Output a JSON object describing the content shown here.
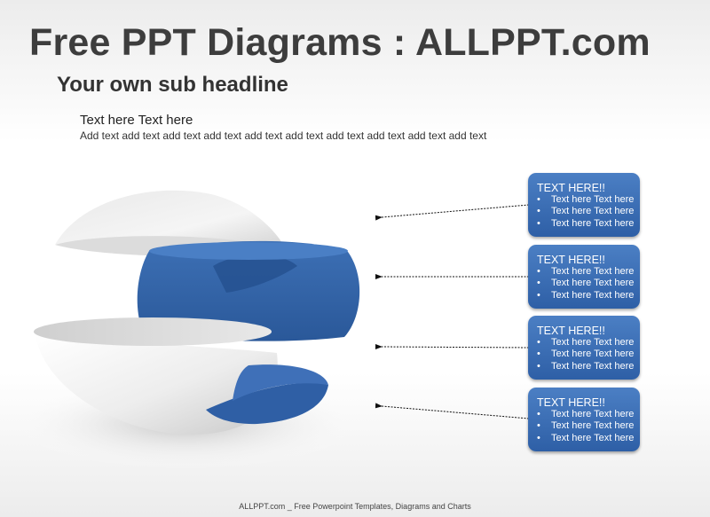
{
  "header": {
    "title": "Free PPT Diagrams : ALLPPT.com",
    "subtitle": "Your own sub headline",
    "text_title": "Text here Text here",
    "text_body": "Add text add text add text add text add text add text add text add text add text add text"
  },
  "callouts": [
    {
      "title": "TEXT HERE!!",
      "items": [
        "Text here Text here",
        "Text here Text here",
        "Text here Text here"
      ]
    },
    {
      "title": "TEXT HERE!!",
      "items": [
        "Text here Text here",
        "Text here Text here",
        "Text here Text here"
      ]
    },
    {
      "title": "TEXT HERE!!",
      "items": [
        "Text here Text here",
        "Text here Text here",
        "Text here Text here"
      ]
    },
    {
      "title": "TEXT HERE!!",
      "items": [
        "Text here Text here",
        "Text here Text here",
        "Text here Text here"
      ]
    }
  ],
  "footer": "ALLPPT.com _ Free Powerpoint Templates, Diagrams and Charts",
  "colors": {
    "accent_blue": "#2e5fa6",
    "box_blue_light": "#4b7fc4",
    "white_shell": "#f2f2f2",
    "title_text": "#3d3d3d"
  }
}
